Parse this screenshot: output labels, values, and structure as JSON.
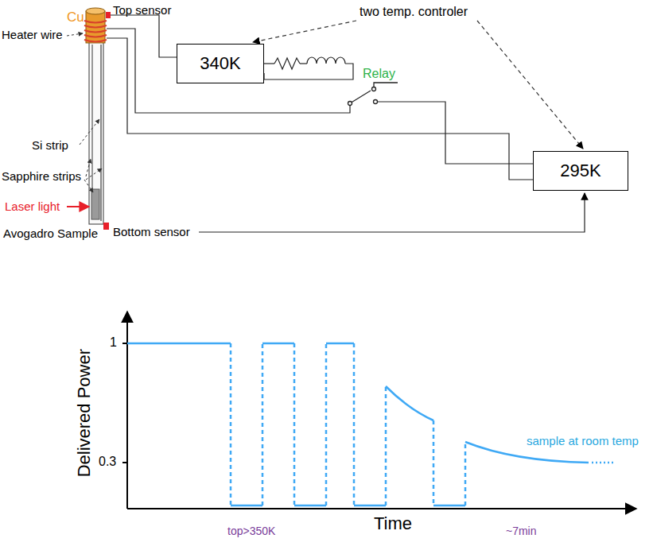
{
  "diagram": {
    "nodes": [
      {
        "text": [
          "340K"
        ]
      },
      {
        "text": [
          "295K"
        ]
      }
    ],
    "labels": [
      "Cu",
      "Top sensor",
      "two temp. controler",
      "Heater wire",
      "Relay",
      "Si strip",
      "Sapphire strips",
      "Laser light",
      "Avogadro Sample",
      "Bottom sensor",
      "Delivered Power",
      "Time",
      "1",
      "0.3",
      "top>350K",
      "~7min",
      "sample at room temp"
    ]
  }
}
